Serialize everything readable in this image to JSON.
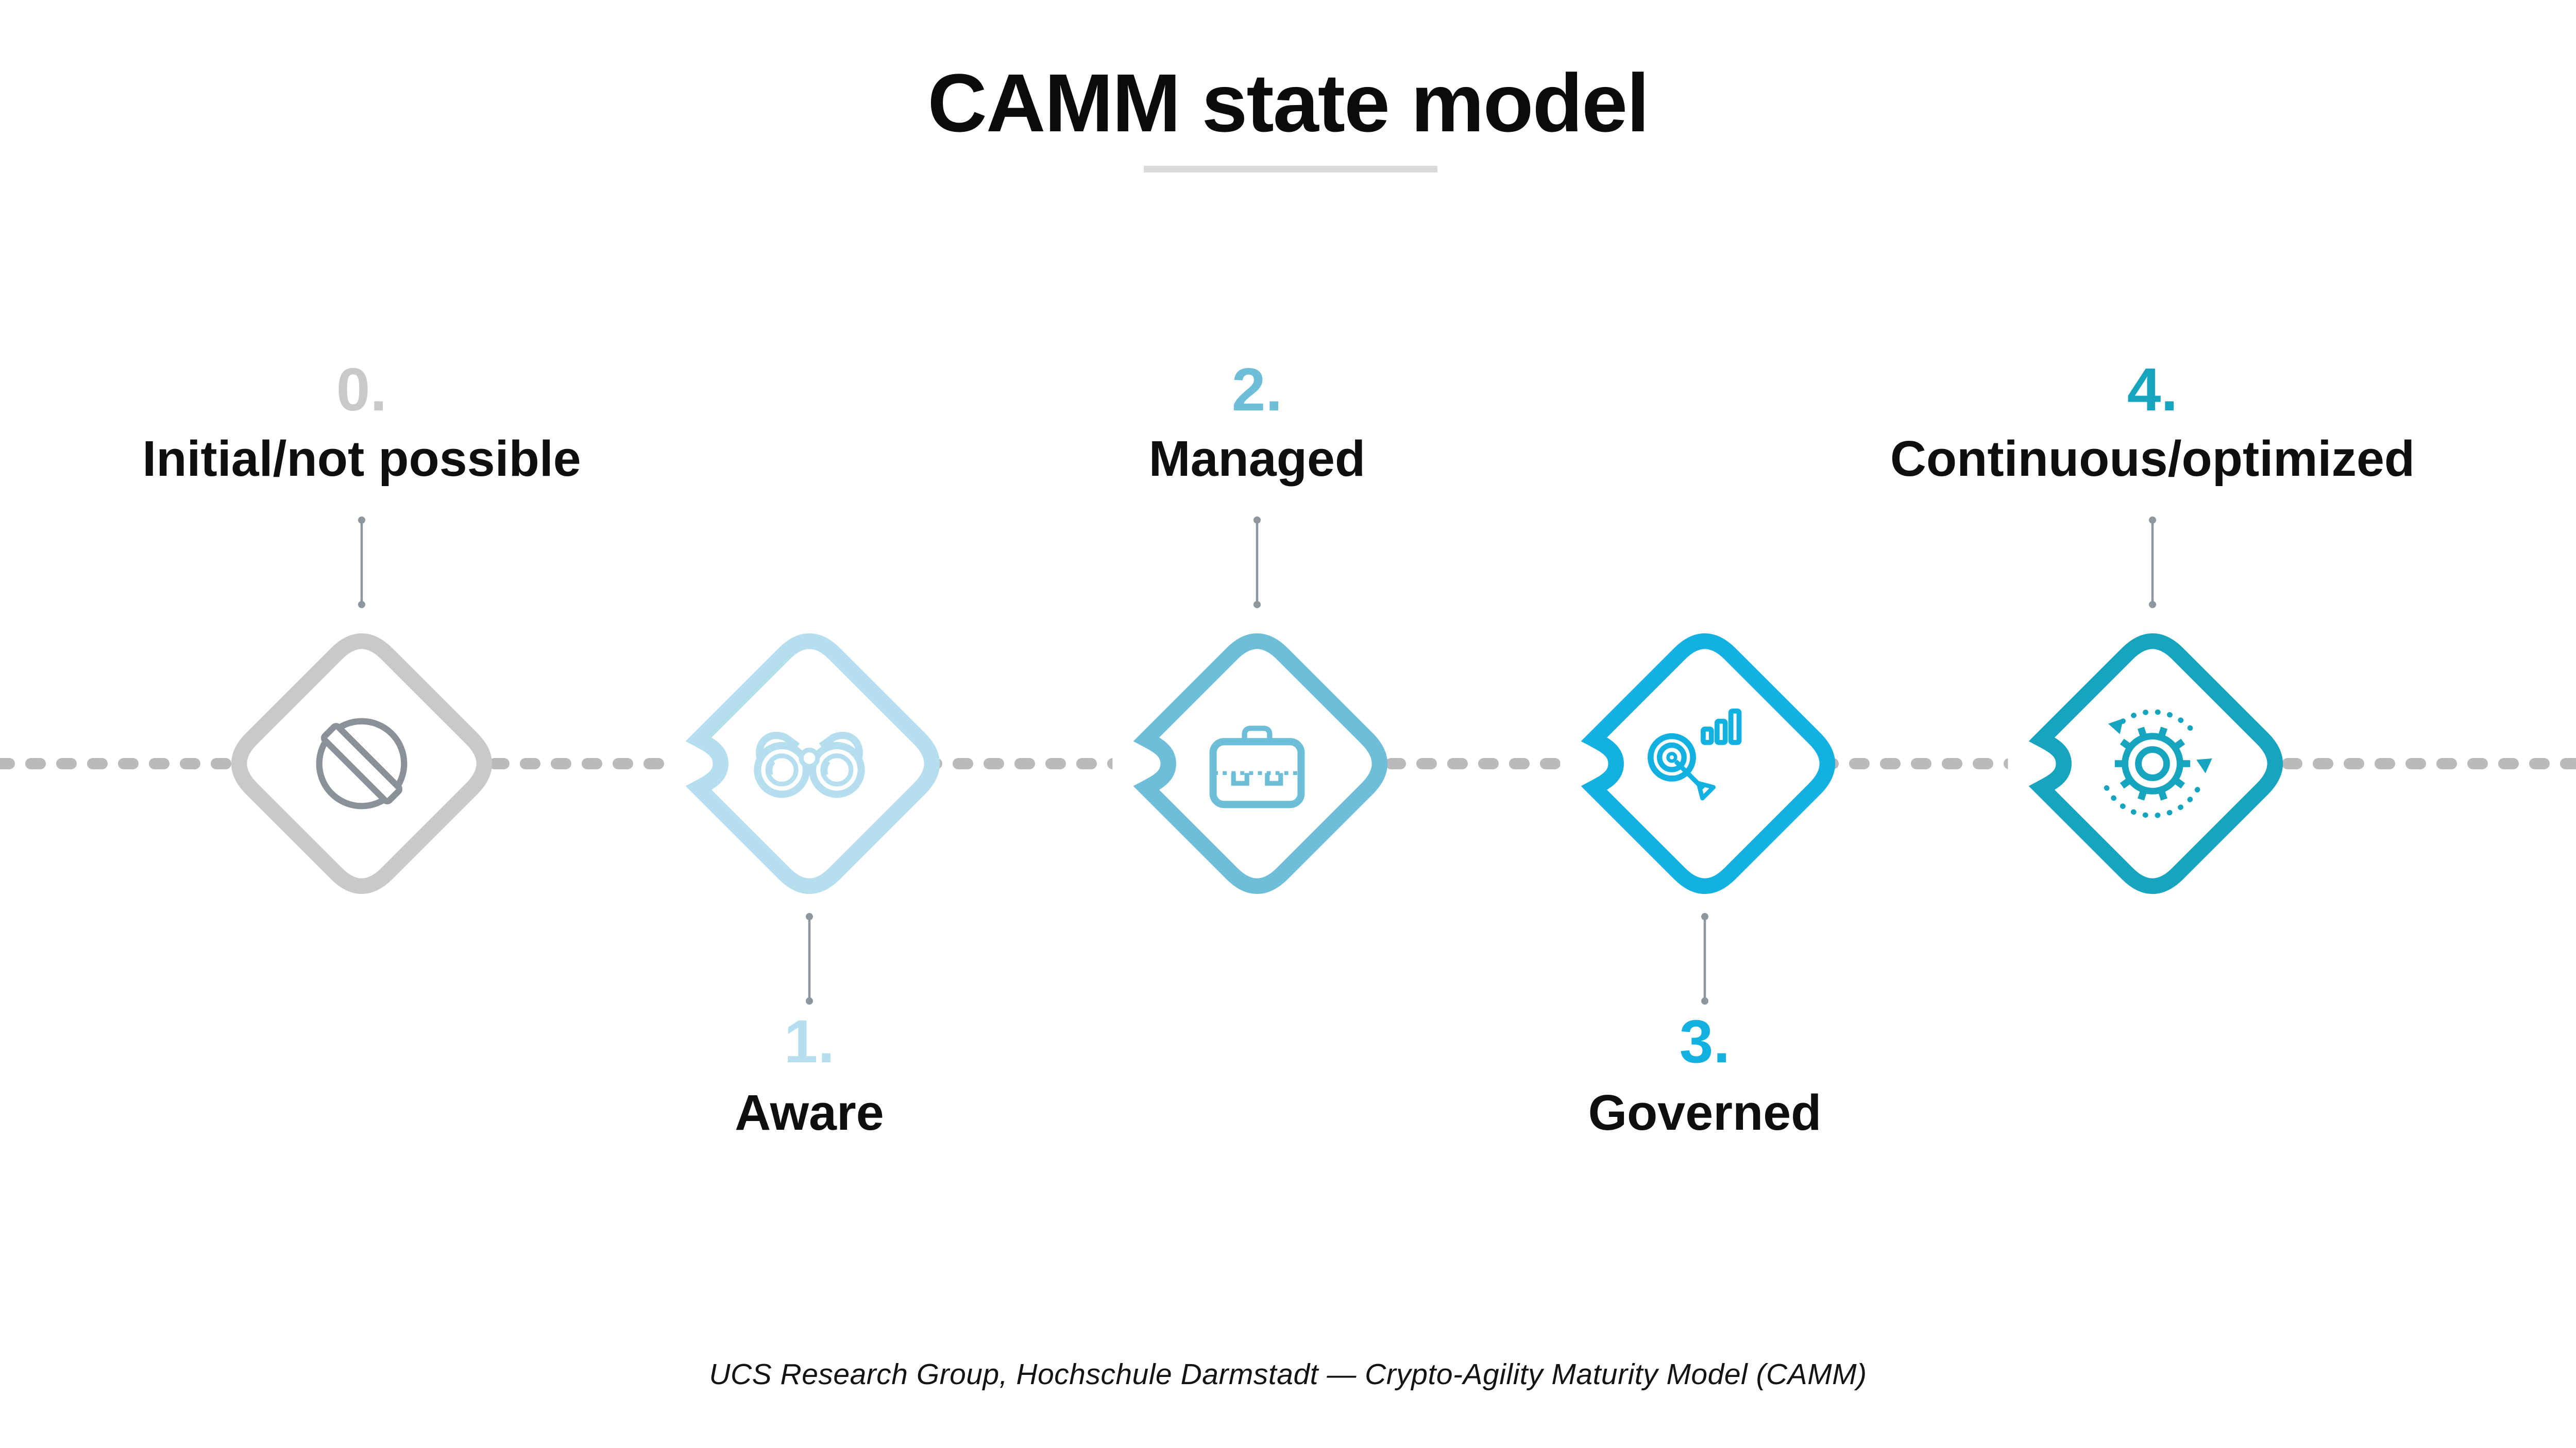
{
  "title": "CAMM state model",
  "title_underline_color": "#d9d9d9",
  "footer": "UCS Research Group, Hochschule Darmstadt — Crypto-Agility Maturity Model (CAMM)",
  "timeline": {
    "color": "#b9babc",
    "style": "dashed"
  },
  "connector_color": "#8e979d",
  "stages": [
    {
      "number": "0.",
      "label": "Initial/not possible",
      "label_position": "above",
      "color": "#c7c9cb",
      "icon_color": "#8b9198",
      "icon": "prohibited-icon"
    },
    {
      "number": "1.",
      "label": "Aware",
      "label_position": "below",
      "color": "#b5deee",
      "icon_color": "#b5deee",
      "icon": "binoculars-icon"
    },
    {
      "number": "2.",
      "label": "Managed",
      "label_position": "above",
      "color": "#6ebeda",
      "icon_color": "#6ebeda",
      "icon": "briefcase-icon"
    },
    {
      "number": "3.",
      "label": "Governed",
      "label_position": "below",
      "color": "#12b1e1",
      "icon_color": "#12b1e1",
      "icon": "target-bars-icon"
    },
    {
      "number": "4.",
      "label": "Continuous/optimized",
      "label_position": "above",
      "color": "#17a4be",
      "icon_color": "#17a4be",
      "icon": "gear-cycle-icon"
    }
  ]
}
